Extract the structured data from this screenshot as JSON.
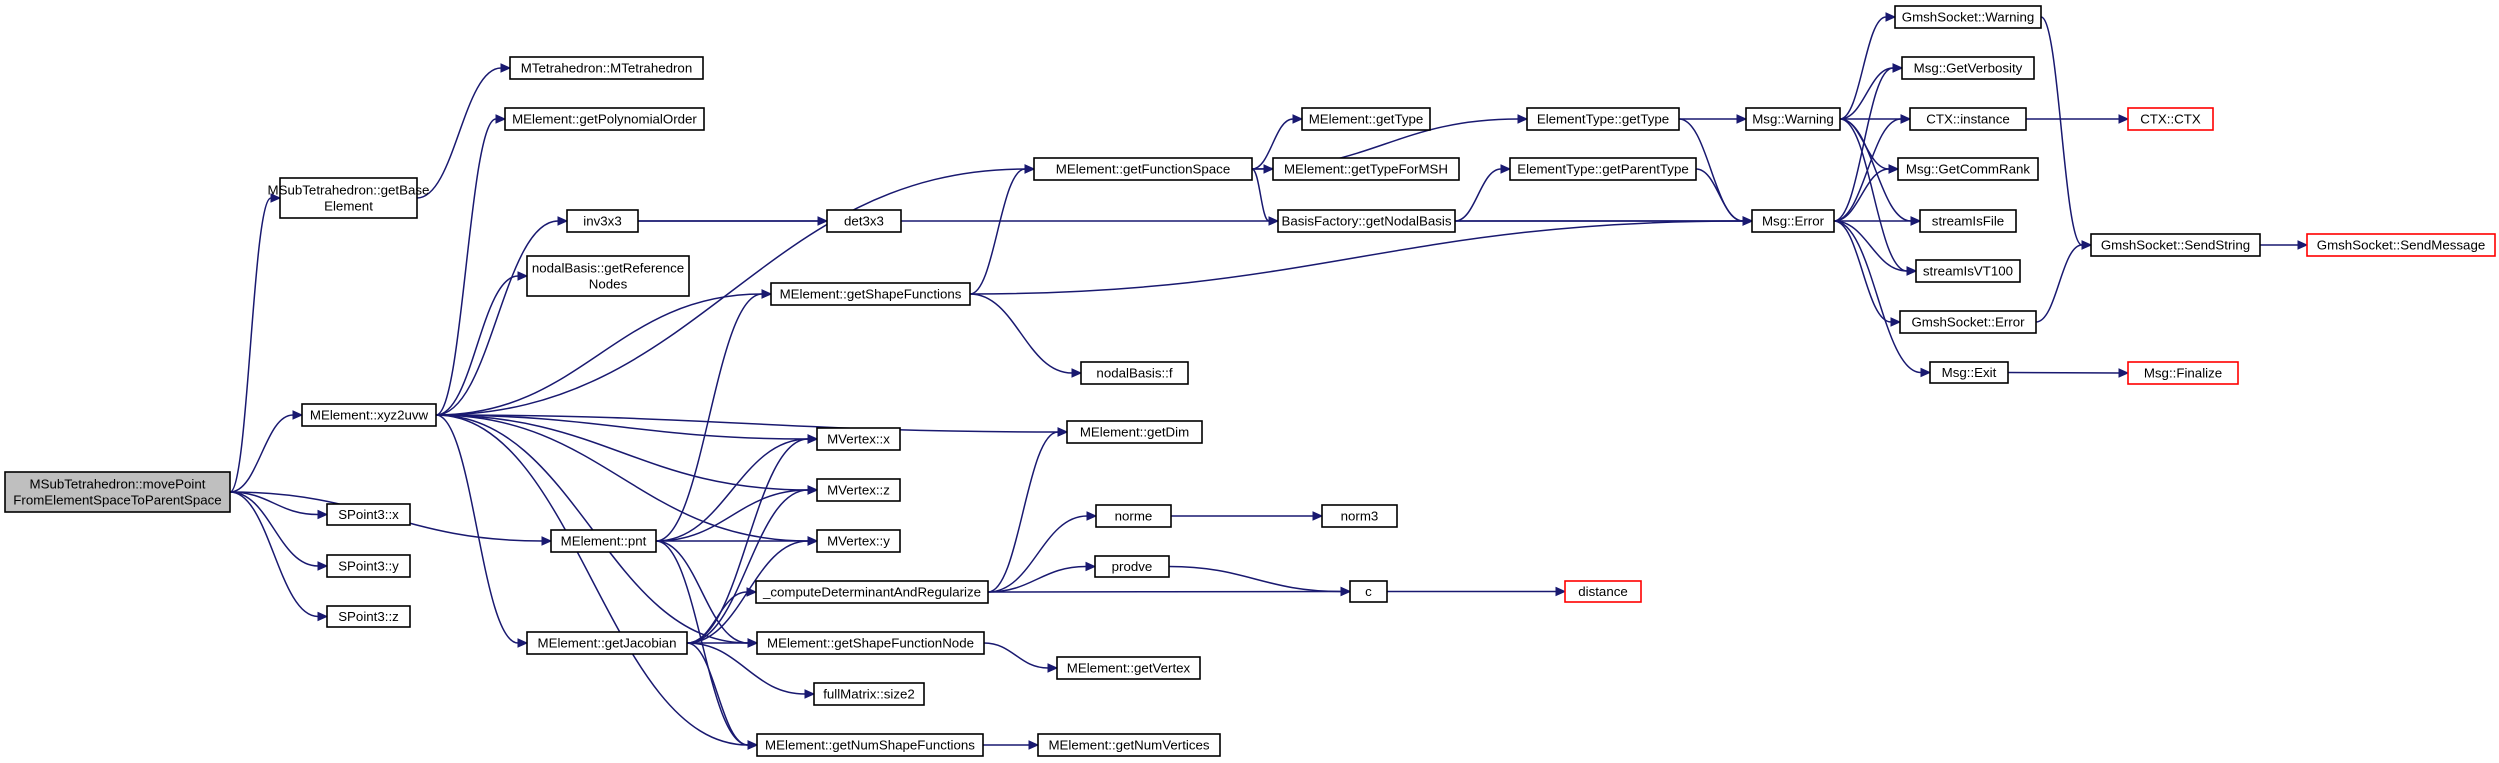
{
  "diagram": {
    "colors": {
      "root_fill": "#bfbfbf",
      "node_fill": "#ffffff",
      "node_border": "#000000",
      "truncated_border": "#ff0000",
      "edge": "#191970"
    },
    "nodes": [
      {
        "id": "root",
        "label": [
          "MSubTetrahedron::movePoint",
          "FromElementSpaceToParentSpace"
        ],
        "style": "root"
      },
      {
        "id": "getBaseElement",
        "label": [
          "MSubTetrahedron::getBase",
          "Element"
        ]
      },
      {
        "id": "xyz2uvw",
        "label": [
          "MElement::xyz2uvw"
        ]
      },
      {
        "id": "spx",
        "label": [
          "SPoint3::x"
        ]
      },
      {
        "id": "spy",
        "label": [
          "SPoint3::y"
        ]
      },
      {
        "id": "spz",
        "label": [
          "SPoint3::z"
        ]
      },
      {
        "id": "mtet",
        "label": [
          "MTetrahedron::MTetrahedron"
        ]
      },
      {
        "id": "polyOrder",
        "label": [
          "MElement::getPolynomialOrder"
        ]
      },
      {
        "id": "inv3x3",
        "label": [
          "inv3x3"
        ]
      },
      {
        "id": "nbRef",
        "label": [
          "nodalBasis::getReference",
          "Nodes"
        ]
      },
      {
        "id": "pnt",
        "label": [
          "MElement::pnt"
        ]
      },
      {
        "id": "getJac",
        "label": [
          "MElement::getJacobian"
        ]
      },
      {
        "id": "getFS",
        "label": [
          "MElement::getFunctionSpace"
        ]
      },
      {
        "id": "det3x3",
        "label": [
          "det3x3"
        ]
      },
      {
        "id": "getSF",
        "label": [
          "MElement::getShapeFunctions"
        ]
      },
      {
        "id": "mvx",
        "label": [
          "MVertex::x"
        ]
      },
      {
        "id": "mvz",
        "label": [
          "MVertex::z"
        ]
      },
      {
        "id": "mvy",
        "label": [
          "MVertex::y"
        ]
      },
      {
        "id": "computeDet",
        "label": [
          "_computeDeterminantAndRegularize"
        ]
      },
      {
        "id": "getSFN",
        "label": [
          "MElement::getShapeFunctionNode"
        ]
      },
      {
        "id": "fullMatrix",
        "label": [
          "fullMatrix::size2"
        ]
      },
      {
        "id": "getNSF",
        "label": [
          "MElement::getNumShapeFunctions"
        ]
      },
      {
        "id": "getType",
        "label": [
          "MElement::getType"
        ]
      },
      {
        "id": "getTypeMSH",
        "label": [
          "MElement::getTypeForMSH"
        ]
      },
      {
        "id": "bfNodal",
        "label": [
          "BasisFactory::getNodalBasis"
        ]
      },
      {
        "id": "nbf",
        "label": [
          "nodalBasis::f"
        ]
      },
      {
        "id": "getDim",
        "label": [
          "MElement::getDim"
        ]
      },
      {
        "id": "norme",
        "label": [
          "norme"
        ]
      },
      {
        "id": "prodve",
        "label": [
          "prodve"
        ]
      },
      {
        "id": "getVertex",
        "label": [
          "MElement::getVertex"
        ]
      },
      {
        "id": "getNumVertices",
        "label": [
          "MElement::getNumVertices"
        ]
      },
      {
        "id": "etGetType",
        "label": [
          "ElementType::getType"
        ]
      },
      {
        "id": "etGetParent",
        "label": [
          "ElementType::getParentType"
        ]
      },
      {
        "id": "norm3",
        "label": [
          "norm3"
        ]
      },
      {
        "id": "c",
        "label": [
          "c"
        ]
      },
      {
        "id": "msgWarning",
        "label": [
          "Msg::Warning"
        ]
      },
      {
        "id": "msgError",
        "label": [
          "Msg::Error"
        ]
      },
      {
        "id": "distance",
        "label": [
          "distance"
        ],
        "style": "truncated"
      },
      {
        "id": "gsWarning",
        "label": [
          "GmshSocket::Warning"
        ]
      },
      {
        "id": "getVerbosity",
        "label": [
          "Msg::GetVerbosity"
        ]
      },
      {
        "id": "ctxInstance",
        "label": [
          "CTX::instance"
        ]
      },
      {
        "id": "getCommRank",
        "label": [
          "Msg::GetCommRank"
        ]
      },
      {
        "id": "streamIsFile",
        "label": [
          "streamIsFile"
        ]
      },
      {
        "id": "streamIsVT100",
        "label": [
          "streamIsVT100"
        ]
      },
      {
        "id": "gsError",
        "label": [
          "GmshSocket::Error"
        ]
      },
      {
        "id": "msgExit",
        "label": [
          "Msg::Exit"
        ]
      },
      {
        "id": "ctxCTX",
        "label": [
          "CTX::CTX"
        ],
        "style": "truncated"
      },
      {
        "id": "sendString",
        "label": [
          "GmshSocket::SendString"
        ]
      },
      {
        "id": "msgFinalize",
        "label": [
          "Msg::Finalize"
        ],
        "style": "truncated"
      },
      {
        "id": "sendMessage",
        "label": [
          "GmshSocket::SendMessage"
        ],
        "style": "truncated"
      }
    ],
    "edges": [
      [
        "root",
        "getBaseElement"
      ],
      [
        "root",
        "xyz2uvw"
      ],
      [
        "root",
        "pnt"
      ],
      [
        "root",
        "spx"
      ],
      [
        "root",
        "spy"
      ],
      [
        "root",
        "spz"
      ],
      [
        "getBaseElement",
        "mtet"
      ],
      [
        "xyz2uvw",
        "polyOrder"
      ],
      [
        "xyz2uvw",
        "getFS"
      ],
      [
        "xyz2uvw",
        "inv3x3"
      ],
      [
        "xyz2uvw",
        "nbRef"
      ],
      [
        "xyz2uvw",
        "getSF"
      ],
      [
        "xyz2uvw",
        "mvx"
      ],
      [
        "xyz2uvw",
        "mvz"
      ],
      [
        "xyz2uvw",
        "mvy"
      ],
      [
        "xyz2uvw",
        "getDim"
      ],
      [
        "xyz2uvw",
        "getJac"
      ],
      [
        "xyz2uvw",
        "getSFN"
      ],
      [
        "xyz2uvw",
        "getNSF"
      ],
      [
        "inv3x3",
        "det3x3"
      ],
      [
        "inv3x3",
        "msgError"
      ],
      [
        "pnt",
        "getSF"
      ],
      [
        "pnt",
        "mvx"
      ],
      [
        "pnt",
        "mvz"
      ],
      [
        "pnt",
        "mvy"
      ],
      [
        "pnt",
        "getSFN"
      ],
      [
        "pnt",
        "getNSF"
      ],
      [
        "getJac",
        "mvx"
      ],
      [
        "getJac",
        "mvz"
      ],
      [
        "getJac",
        "mvy"
      ],
      [
        "getJac",
        "computeDet"
      ],
      [
        "getJac",
        "getSFN"
      ],
      [
        "getJac",
        "fullMatrix"
      ],
      [
        "getJac",
        "getNSF"
      ],
      [
        "getFS",
        "etGetType"
      ],
      [
        "getFS",
        "getType"
      ],
      [
        "getFS",
        "getTypeMSH"
      ],
      [
        "getFS",
        "bfNodal"
      ],
      [
        "getSF",
        "getFS"
      ],
      [
        "getSF",
        "nbf"
      ],
      [
        "getSF",
        "msgError"
      ],
      [
        "computeDet",
        "getDim"
      ],
      [
        "computeDet",
        "norme"
      ],
      [
        "computeDet",
        "prodve"
      ],
      [
        "computeDet",
        "c"
      ],
      [
        "getSFN",
        "getVertex"
      ],
      [
        "getNSF",
        "getNumVertices"
      ],
      [
        "bfNodal",
        "etGetParent"
      ],
      [
        "bfNodal",
        "msgError"
      ],
      [
        "norme",
        "norm3"
      ],
      [
        "prodve",
        "c"
      ],
      [
        "c",
        "distance"
      ],
      [
        "etGetType",
        "msgWarning"
      ],
      [
        "etGetType",
        "msgError"
      ],
      [
        "etGetParent",
        "msgError"
      ],
      [
        "msgWarning",
        "gsWarning"
      ],
      [
        "msgWarning",
        "getVerbosity"
      ],
      [
        "msgWarning",
        "ctxInstance"
      ],
      [
        "msgWarning",
        "getCommRank"
      ],
      [
        "msgWarning",
        "streamIsFile"
      ],
      [
        "msgWarning",
        "streamIsVT100"
      ],
      [
        "msgError",
        "getVerbosity"
      ],
      [
        "msgError",
        "ctxInstance"
      ],
      [
        "msgError",
        "getCommRank"
      ],
      [
        "msgError",
        "streamIsFile"
      ],
      [
        "msgError",
        "streamIsVT100"
      ],
      [
        "msgError",
        "gsError"
      ],
      [
        "msgError",
        "msgExit"
      ],
      [
        "gsWarning",
        "sendString"
      ],
      [
        "ctxInstance",
        "ctxCTX"
      ],
      [
        "gsError",
        "sendString"
      ],
      [
        "msgExit",
        "msgFinalize"
      ],
      [
        "sendString",
        "sendMessage"
      ]
    ]
  }
}
